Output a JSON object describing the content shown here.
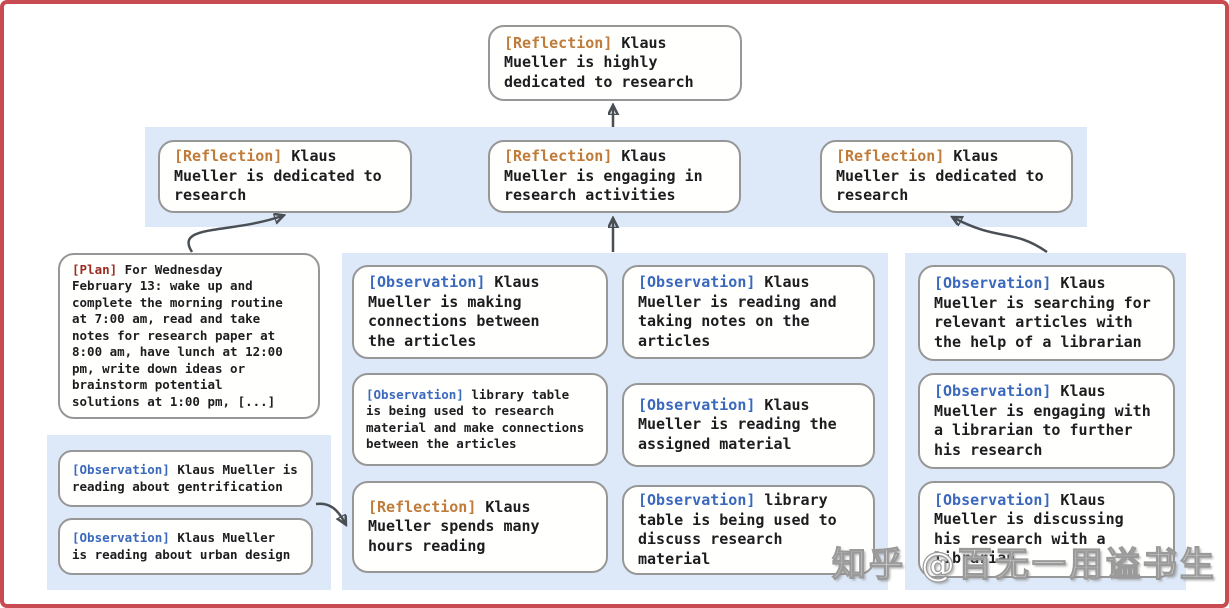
{
  "nodes": {
    "top": {
      "tag": "[Reflection]",
      "type": "reflection",
      "text": " Klaus\nMueller is highly\ndedicated to research"
    },
    "row2_left": {
      "tag": "[Reflection]",
      "type": "reflection",
      "text": " Klaus\nMueller is dedicated to\nresearch"
    },
    "row2_center": {
      "tag": "[Reflection]",
      "type": "reflection",
      "text": " Klaus\nMueller is engaging in\nresearch activities"
    },
    "row2_right": {
      "tag": "[Reflection]",
      "type": "reflection",
      "text": " Klaus\nMueller is dedicated to\nresearch"
    },
    "plan": {
      "tag": "[Plan]",
      "type": "plan",
      "text": " For Wednesday\nFebruary 13: wake up and\ncomplete the morning routine\nat 7:00 am, read and take\nnotes for research paper at\n8:00 am, have lunch at 12:00\npm, write down ideas or\nbrainstorm potential\nsolutions at 1:00 pm, [...]"
    },
    "left_obs_1": {
      "tag": "[Observation]",
      "type": "observation",
      "text": " Klaus Mueller is\nreading about gentrification"
    },
    "left_obs_2": {
      "tag": "[Observation]",
      "type": "observation",
      "text": " Klaus Mueller\nis reading about urban design"
    },
    "col1_obs_1": {
      "tag": "[Observation]",
      "type": "observation",
      "text": " Klaus\nMueller is making\nconnections between\nthe articles"
    },
    "col1_obs_2": {
      "tag": "[Observation]",
      "type": "observation",
      "text": " library table\nis being used to research\nmaterial and make connections\nbetween the articles"
    },
    "col1_reflection": {
      "tag": "[Reflection]",
      "type": "reflection",
      "text": " Klaus\nMueller spends many\nhours reading"
    },
    "col2_obs_1": {
      "tag": "[Observation]",
      "type": "observation",
      "text": " Klaus\nMueller is reading and\ntaking notes on the\narticles"
    },
    "col2_obs_2": {
      "tag": "[Observation]",
      "type": "observation",
      "text": " Klaus\nMueller is reading the\nassigned material"
    },
    "col2_obs_3": {
      "tag": "[Observation]",
      "type": "observation",
      "text": " library\ntable is being used to\ndiscuss research material"
    },
    "col3_obs_1": {
      "tag": "[Observation]",
      "type": "observation",
      "text": " Klaus\nMueller is searching for\nrelevant articles with\nthe help of a librarian"
    },
    "col3_obs_2": {
      "tag": "[Observation]",
      "type": "observation",
      "text": " Klaus\nMueller is engaging with\na librarian to further\nhis research"
    },
    "col3_obs_3": {
      "tag": "[Observation]",
      "type": "observation",
      "text": " Klaus\nMueller is discussing\nhis research with a\nlibrarian"
    }
  },
  "colors": {
    "reflection-tag": "#bf7b3a",
    "observation-tag": "#3a68bd",
    "plan-tag": "#9b2c22",
    "band-bg": "#dde9f8",
    "node-border": "#979797",
    "arrow": "#4a4f55",
    "frame-border": "#c84b52",
    "text": "#1d1d1f"
  },
  "watermark": {
    "text": "知乎 @百无一用谥书生"
  }
}
